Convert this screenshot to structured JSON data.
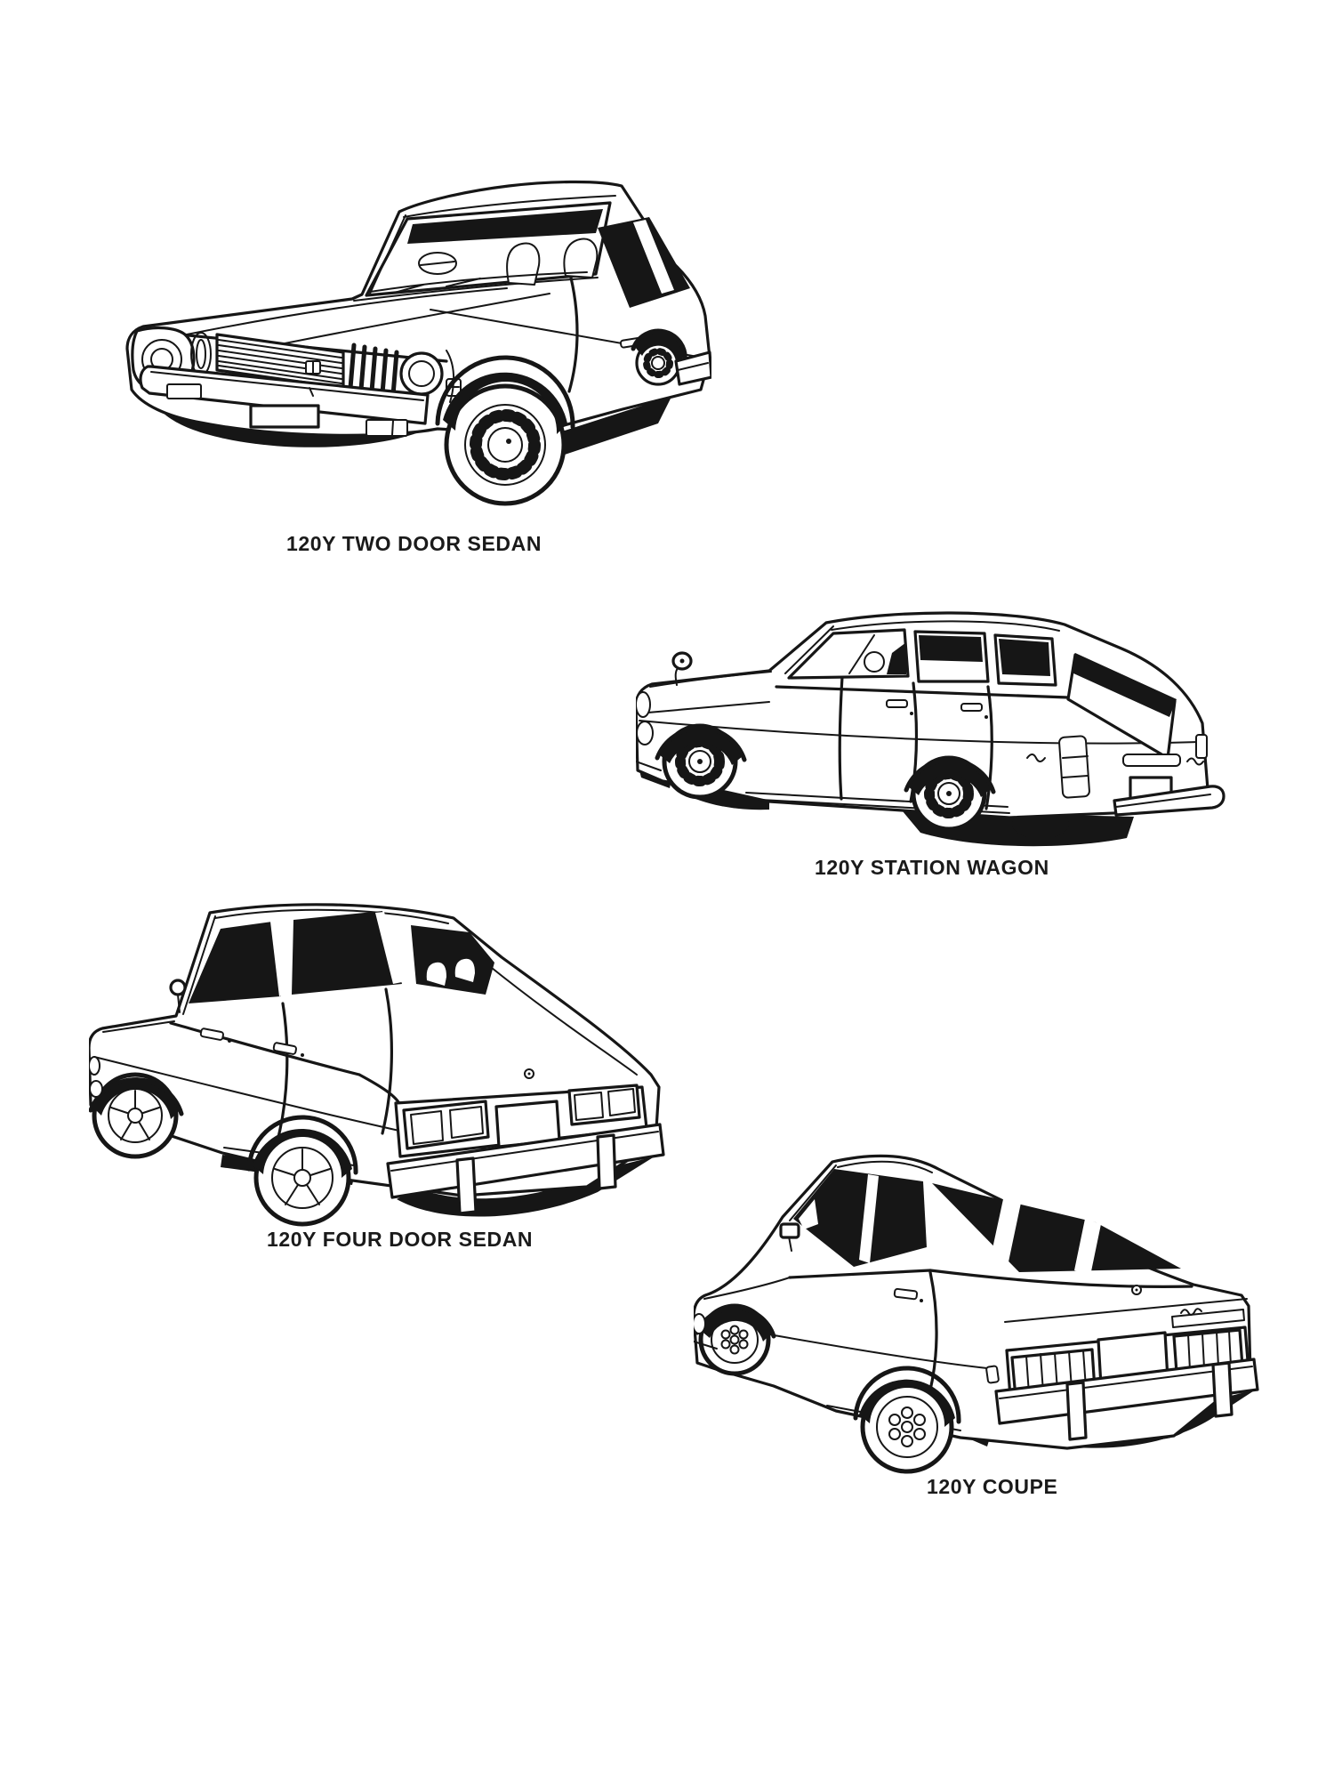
{
  "colors": {
    "paper": "#ffffff",
    "ink": "#161616"
  },
  "figures": {
    "two_door_sedan": {
      "caption": "120Y TWO DOOR SEDAN"
    },
    "station_wagon": {
      "caption": "120Y STATION WAGON"
    },
    "four_door_sedan": {
      "caption": "120Y FOUR DOOR SEDAN"
    },
    "coupe": {
      "caption": "120Y COUPE"
    }
  }
}
